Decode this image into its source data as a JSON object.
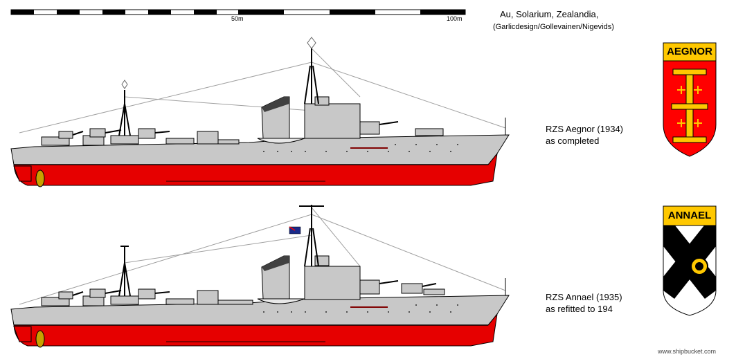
{
  "scale": {
    "mid_label": "50m",
    "end_label": "100m"
  },
  "credits": {
    "line1": "Au, Solarium, Zealandia,",
    "line2": "(Garlicdesign/Gollevainen/Nigevids)"
  },
  "ships": [
    {
      "name": "RZS Aegnor (1934)",
      "note": "as completed",
      "badge": "AEGNOR"
    },
    {
      "name": "RZS Annael (1935)",
      "note": "as refitted to 194",
      "badge": "ANNAEL"
    }
  ],
  "watermark": "www.shipbucket.com",
  "colors": {
    "hull_grey": "#c8c8c8",
    "waterline_red": "#e60000",
    "shield_red": "#ff0000",
    "gold": "#ffc800"
  }
}
